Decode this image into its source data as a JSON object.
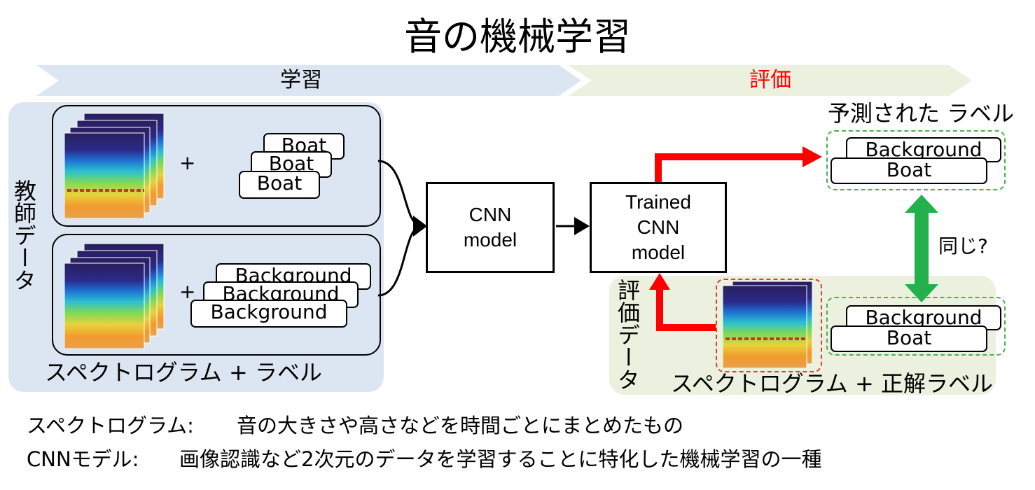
{
  "title": "音の機械学習",
  "phases": {
    "learning": "学習",
    "evaluation": "評価"
  },
  "training": {
    "side_label": "教師データ",
    "caption": "スペクトログラム + ラベル",
    "plus": "+",
    "upper_labels": [
      "Boat",
      "Boat",
      "Boat"
    ],
    "lower_labels": [
      "Background",
      "Background",
      "Background"
    ]
  },
  "cnn_model": [
    "CNN",
    "model"
  ],
  "trained_model": [
    "Trained",
    "CNN",
    "model"
  ],
  "predicted": {
    "heading": "予測された ラベル",
    "labels": [
      "Background",
      "Boat"
    ]
  },
  "same_question": "同じ?",
  "evaluation_data": {
    "side_label": "評価データ",
    "caption": "スペクトログラム + 正解ラベル",
    "labels": [
      "Background",
      "Boat"
    ]
  },
  "notes": [
    {
      "term": "スペクトログラム:",
      "text": "音の大きさや高さなどを時間ごとにまとめたもの"
    },
    {
      "term": "CNNモデル:",
      "text": "画像認識など2次元のデータを学習することに特化した機械学習の一種"
    }
  ],
  "colors": {
    "learning_band": "#dce6f2",
    "evaluation_band": "#ebf1de",
    "learning_panel": "#dce6f2",
    "evaluation_panel": "#ebf1de",
    "evaluation_text": "#ff0000",
    "arrow_red": "#ff0000",
    "arrow_green": "#22b14c"
  }
}
